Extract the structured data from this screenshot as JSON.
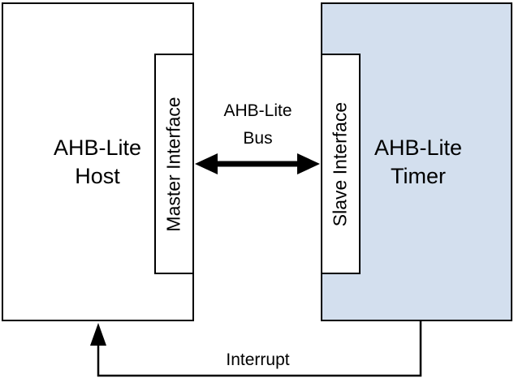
{
  "host": {
    "label": "AHB-Lite\nHost"
  },
  "timer": {
    "label": "AHB-Lite\nTimer",
    "fill": "#d3dfee"
  },
  "master_interface": {
    "label": "Master Interface"
  },
  "slave_interface": {
    "label": "Slave Interface"
  },
  "bus": {
    "label": "AHB-Lite\nBus"
  },
  "interrupt": {
    "label": "Interrupt"
  },
  "colors": {
    "line": "#000000",
    "timer_fill": "#d3dfee"
  }
}
